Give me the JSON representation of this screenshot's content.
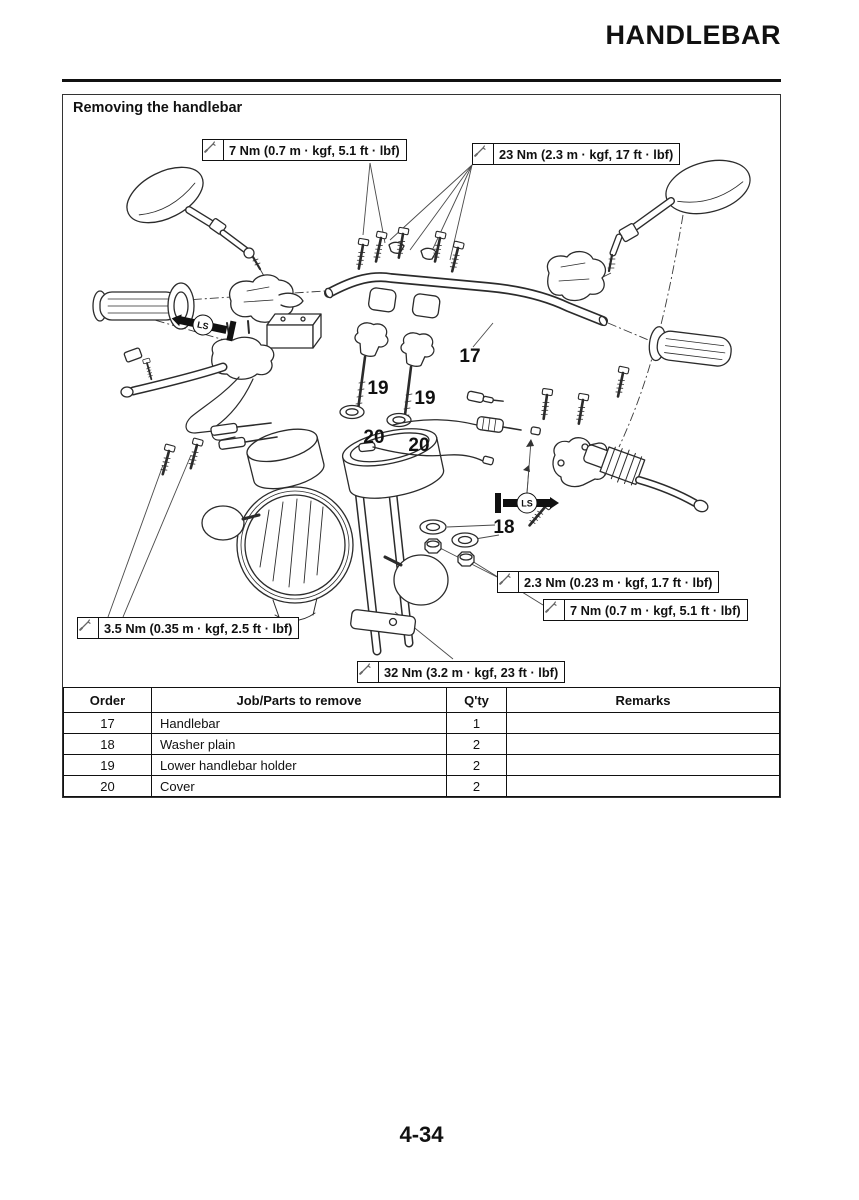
{
  "header": {
    "title": "HANDLEBAR"
  },
  "section": {
    "title": "Removing the handlebar"
  },
  "diagram": {
    "torque_callouts": [
      {
        "icon": "torque-wrench-icon",
        "text": "7 Nm (0.7 m · kgf, 5.1 ft · lbf)"
      },
      {
        "icon": "torque-wrench-icon",
        "text": "23 Nm (2.3 m · kgf, 17 ft · lbf)"
      },
      {
        "icon": "torque-wrench-icon",
        "text": "2.3 Nm (0.23 m · kgf, 1.7 ft · lbf)"
      },
      {
        "icon": "torque-wrench-icon",
        "text": "7 Nm (0.7 m · kgf, 5.1 ft · lbf)"
      },
      {
        "icon": "torque-wrench-icon",
        "text": "3.5 Nm (0.35 m · kgf, 2.5 ft · lbf)"
      },
      {
        "icon": "torque-wrench-icon",
        "text": "32 Nm (3.2 m · kgf, 23 ft · lbf)"
      }
    ],
    "part_labels": [
      {
        "text": "17"
      },
      {
        "text": "19"
      },
      {
        "text": "19"
      },
      {
        "text": "20"
      },
      {
        "text": "20"
      },
      {
        "text": "18"
      }
    ],
    "grease_symbols": [
      {
        "label": "LS"
      },
      {
        "label": "LS"
      }
    ]
  },
  "table": {
    "headers": [
      "Order",
      "Job/Parts to remove",
      "Q'ty",
      "Remarks"
    ],
    "rows": [
      {
        "order": "17",
        "job": "Handlebar",
        "qty": "1",
        "remarks": ""
      },
      {
        "order": "18",
        "job": "Washer plain",
        "qty": "2",
        "remarks": ""
      },
      {
        "order": "19",
        "job": "Lower handlebar holder",
        "qty": "2",
        "remarks": ""
      },
      {
        "order": "20",
        "job": "Cover",
        "qty": "2",
        "remarks": ""
      }
    ]
  },
  "footer": {
    "page_number": "4-34"
  }
}
